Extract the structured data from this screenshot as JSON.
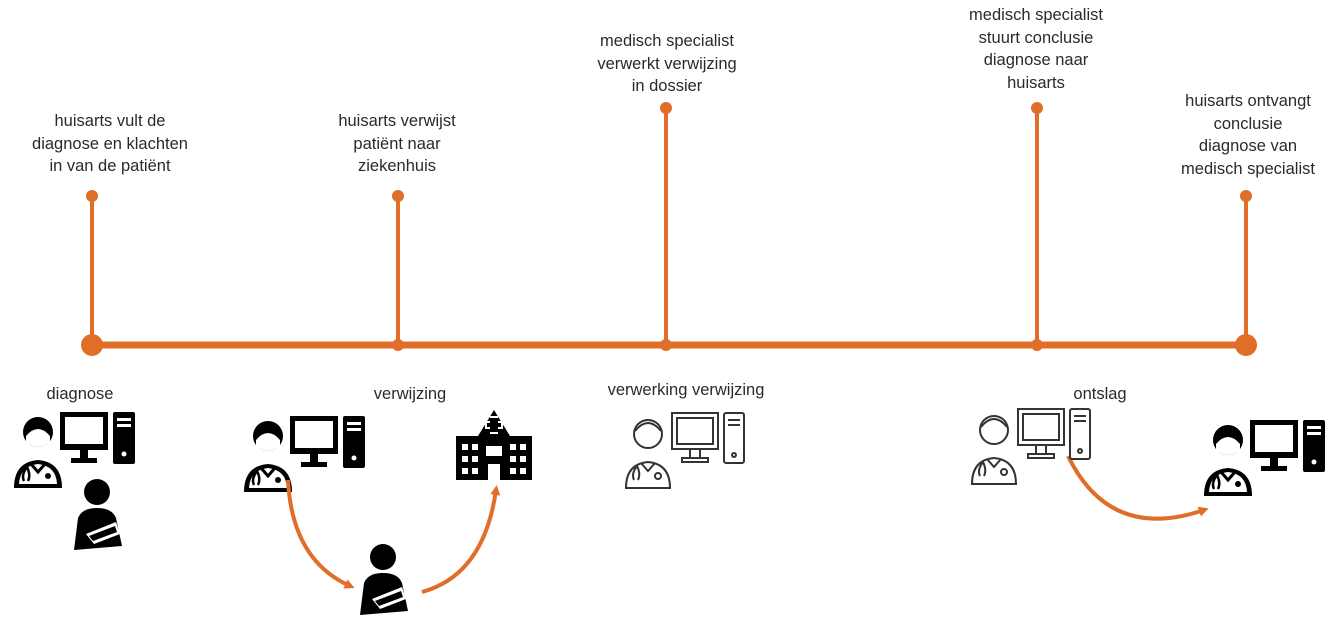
{
  "colors": {
    "accent": "#e06e28",
    "icon": "#000000",
    "outline": "#333333"
  },
  "steps": [
    {
      "lines": [
        "huisarts vult de",
        "diagnose en klachten",
        "in van de patiënt"
      ]
    },
    {
      "lines": [
        "huisarts verwijst",
        "patiënt naar",
        "ziekenhuis"
      ]
    },
    {
      "lines": [
        "medisch specialist",
        "verwerkt verwijzing",
        "in dossier"
      ]
    },
    {
      "lines": [
        "medisch specialist",
        "stuurt conclusie",
        "diagnose naar",
        "huisarts"
      ]
    },
    {
      "lines": [
        "huisarts ontvangt",
        "conclusie",
        "diagnose van",
        "medisch specialist"
      ]
    }
  ],
  "stages": {
    "diagnose": "diagnose",
    "verwijzing": "verwijzing",
    "verwerking": "verwerking verwijzing",
    "ontslag": "ontslag"
  },
  "icons": {
    "doctor_computer": "doctor-with-computer-icon",
    "doctor_computer_outline": "doctor-with-computer-outline-icon",
    "patient": "patient-with-arm-sling-icon",
    "hospital": "hospital-icon",
    "arrow": "curved-arrow-icon"
  }
}
